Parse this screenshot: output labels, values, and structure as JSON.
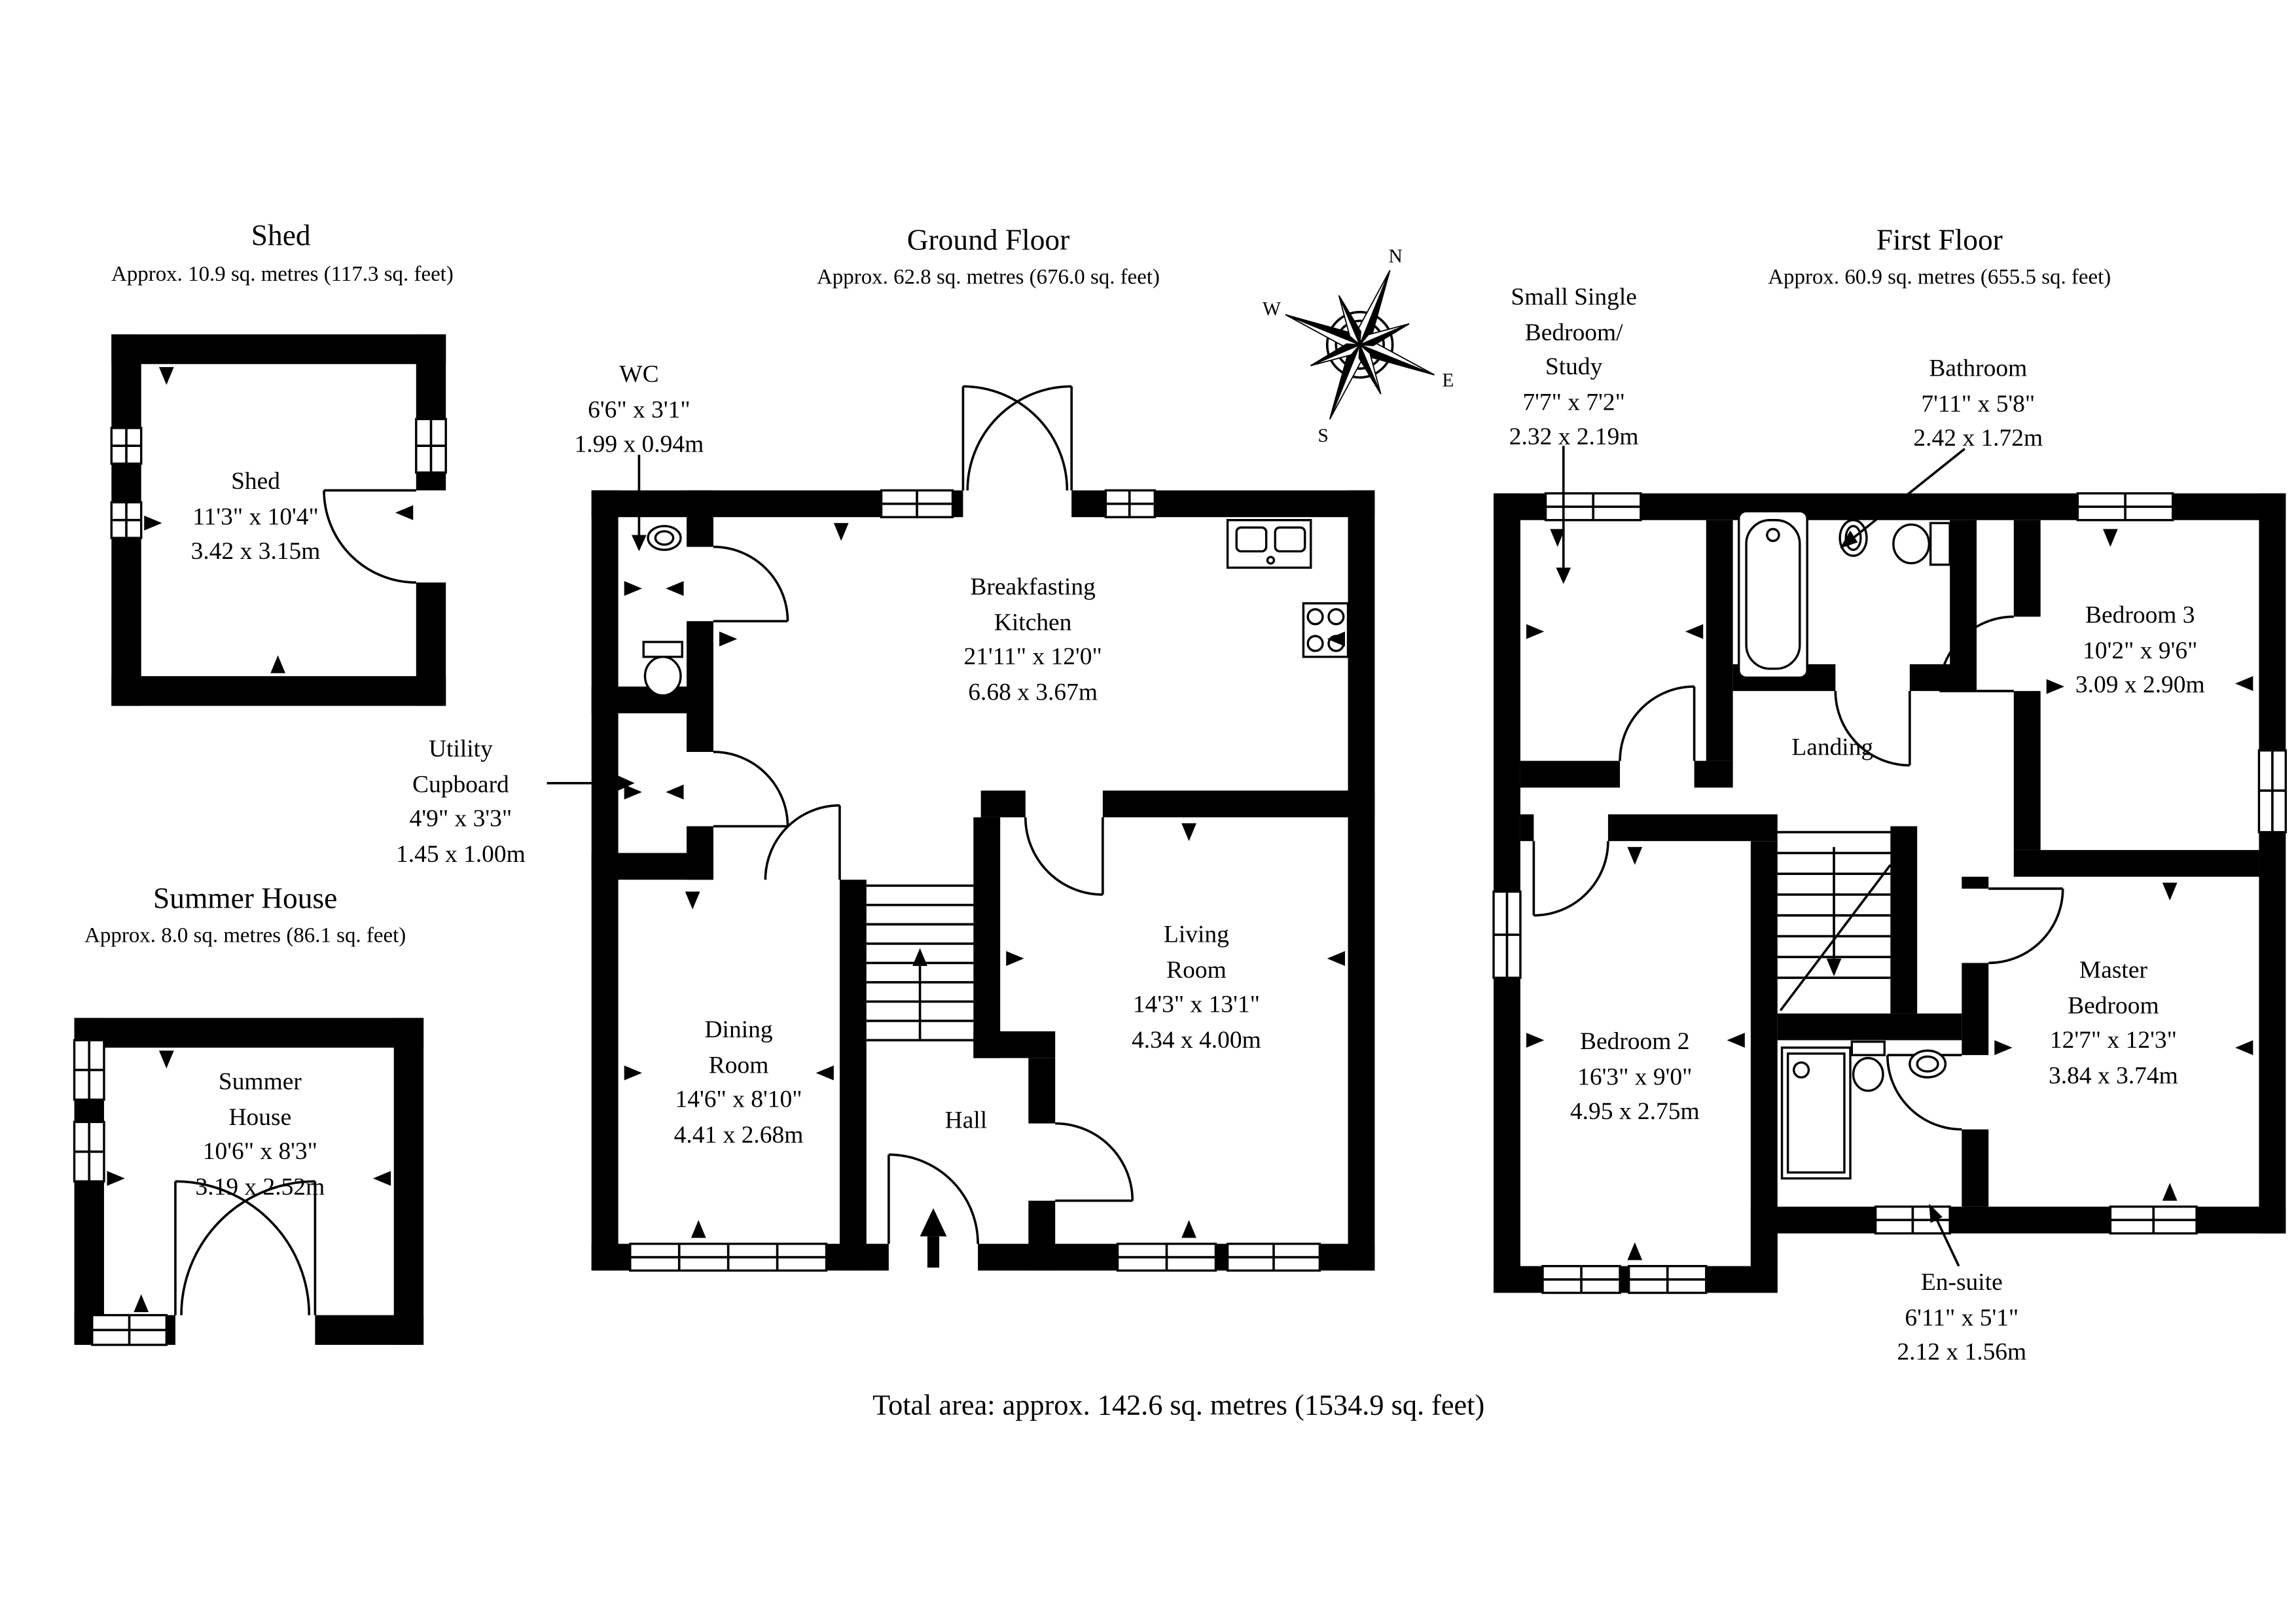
{
  "total_area": "Total area: approx. 142.6 sq. metres (1534.9 sq. feet)",
  "compass": {
    "north": "N",
    "east": "E",
    "south": "S",
    "west": "W"
  },
  "shed": {
    "title": "Shed",
    "area": "Approx. 10.9 sq. metres (117.3 sq. feet)",
    "room": {
      "name": "Shed",
      "dims_ft": "11'3\" x 10'4\"",
      "dims_m": "3.42 x 3.15m"
    }
  },
  "summer_house": {
    "title": "Summer House",
    "area": "Approx. 8.0 sq. metres (86.1 sq. feet)",
    "room": {
      "name": "Summer House",
      "dims_ft": "10'6\" x 8'3\"",
      "dims_m": "3.19 x 2.52m"
    }
  },
  "ground_floor": {
    "title": "Ground Floor",
    "area": "Approx. 62.8 sq. metres (676.0 sq. feet)",
    "rooms": {
      "wc": {
        "name": "WC",
        "dims_ft": "6'6\" x 3'1\"",
        "dims_m": "1.99 x 0.94m"
      },
      "utility": {
        "name": "Utility Cupboard",
        "dims_ft": "4'9\" x 3'3\"",
        "dims_m": "1.45 x 1.00m"
      },
      "kitchen": {
        "name": "Breakfasting Kitchen",
        "dims_ft": "21'11\" x 12'0\"",
        "dims_m": "6.68 x 3.67m"
      },
      "dining": {
        "name": "Dining Room",
        "dims_ft": "14'6\" x 8'10\"",
        "dims_m": "4.41 x 2.68m"
      },
      "living": {
        "name": "Living Room",
        "dims_ft": "14'3\" x 13'1\"",
        "dims_m": "4.34 x 4.00m"
      },
      "hall": {
        "name": "Hall"
      }
    }
  },
  "first_floor": {
    "title": "First Floor",
    "area": "Approx. 60.9 sq. metres (655.5 sq. feet)",
    "rooms": {
      "small_single": {
        "name": "Small Single Bedroom/ Study",
        "dims_ft": "7'7\" x 7'2\"",
        "dims_m": "2.32 x 2.19m"
      },
      "bathroom": {
        "name": "Bathroom",
        "dims_ft": "7'11\" x 5'8\"",
        "dims_m": "2.42 x 1.72m"
      },
      "bedroom3": {
        "name": "Bedroom 3",
        "dims_ft": "10'2\" x 9'6\"",
        "dims_m": "3.09 x 2.90m"
      },
      "landing": {
        "name": "Landing"
      },
      "bedroom2": {
        "name": "Bedroom 2",
        "dims_ft": "16'3\" x 9'0\"",
        "dims_m": "4.95 x 2.75m"
      },
      "master": {
        "name": "Master Bedroom",
        "dims_ft": "12'7\" x 12'3\"",
        "dims_m": "3.84 x 3.74m"
      },
      "ensuite": {
        "name": "En-suite",
        "dims_ft": "6'11\" x 5'1\"",
        "dims_m": "2.12 x 1.56m"
      }
    }
  }
}
